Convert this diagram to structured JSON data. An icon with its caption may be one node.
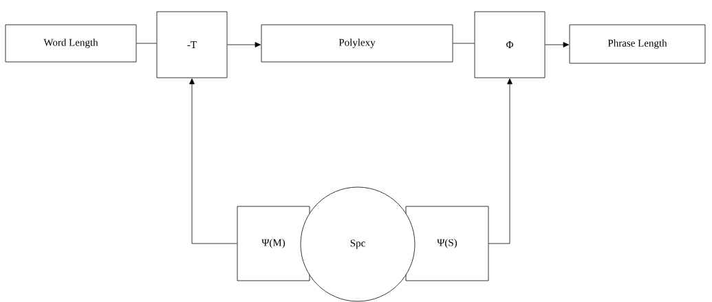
{
  "diagram": {
    "nodes": [
      {
        "text": [
          "Word Length"
        ]
      },
      {
        "text": [
          "-T"
        ]
      },
      {
        "text": [
          "Polylexy"
        ]
      },
      {
        "text": [
          "Φ"
        ]
      },
      {
        "text": [
          "Phrase Length"
        ]
      },
      {
        "text": [
          "Ψ(M)"
        ]
      },
      {
        "text": [
          "Spc"
        ]
      },
      {
        "text": [
          "Ψ(S)"
        ]
      }
    ],
    "edges": [
      {
        "from": 0,
        "to": 1,
        "arrow": "none"
      },
      {
        "from": 1,
        "to": 2,
        "arrow": "to"
      },
      {
        "from": 2,
        "to": 3,
        "arrow": "none"
      },
      {
        "from": 3,
        "to": 4,
        "arrow": "to"
      },
      {
        "from": 5,
        "to": 1,
        "arrow": "to"
      },
      {
        "from": 7,
        "to": 3,
        "arrow": "to"
      }
    ]
  }
}
